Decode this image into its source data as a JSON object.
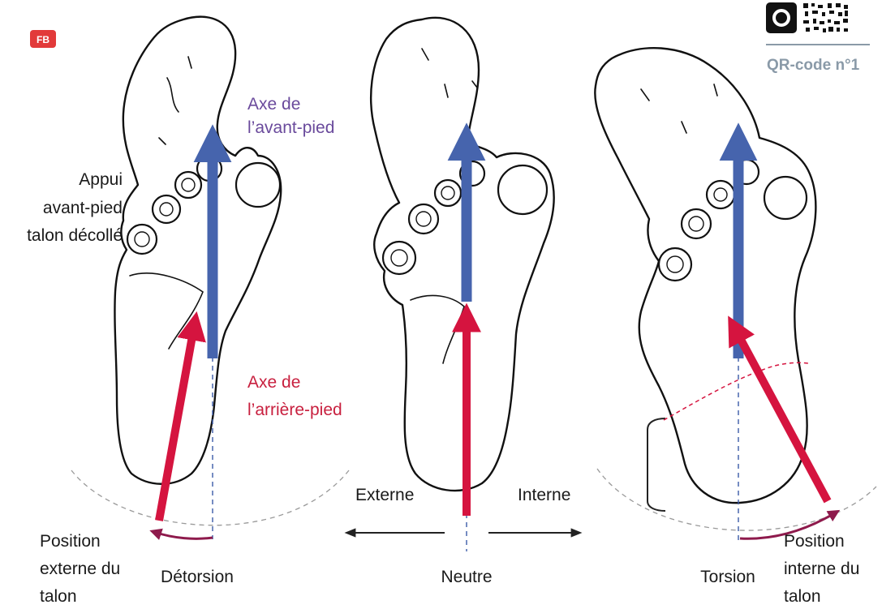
{
  "badge": {
    "text": "FB",
    "color": "#e23a3a"
  },
  "qr": {
    "label": "QR-code n°1"
  },
  "colors": {
    "forefoot_axis": "#4664ad",
    "rearfoot_axis": "#d5143f",
    "rotation_arrow": "#8e1a4c"
  },
  "labels": {
    "forefoot_axis": [
      "Axe de",
      "l’avant-pied"
    ],
    "rearfoot_axis": [
      "Axe de",
      "l’arrière-pied"
    ],
    "support": [
      "Appui",
      "avant-pied",
      "talon décollé"
    ],
    "external_position": [
      "Position",
      "externe du",
      "talon"
    ],
    "internal_position": [
      "Position",
      "interne du",
      "talon"
    ],
    "external": "Externe",
    "internal": "Interne"
  },
  "feet": [
    {
      "caption": "Détorsion"
    },
    {
      "caption": "Neutre"
    },
    {
      "caption": "Torsion"
    }
  ]
}
